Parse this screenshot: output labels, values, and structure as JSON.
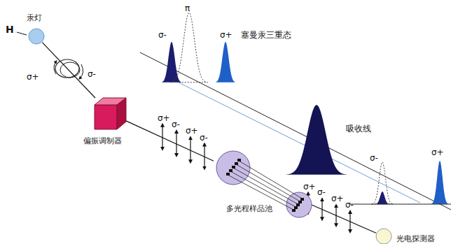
{
  "diagram": {
    "nodes": [
      {
        "text": [
          "汞灯"
        ]
      },
      {
        "text": [
          "偏振调制器"
        ]
      },
      {
        "text": [
          "多光程样品池"
        ]
      },
      {
        "text": [
          "光电探测器"
        ]
      }
    ],
    "edges": [
      {
        "from": 0,
        "to": 1,
        "arrow": "none"
      },
      {
        "from": 1,
        "to": 2,
        "arrow": "none"
      },
      {
        "from": 2,
        "to": 3,
        "arrow": "none"
      }
    ],
    "labels": [
      "H",
      "σ+",
      "σ-",
      "σ-",
      "π",
      "σ+",
      "塞曼汞三重态",
      "吸收线",
      "σ+",
      "σ-",
      "σ+",
      "σ-",
      "σ+",
      "σ-",
      "σ+",
      "σ-",
      "σ-",
      "σ+"
    ]
  }
}
